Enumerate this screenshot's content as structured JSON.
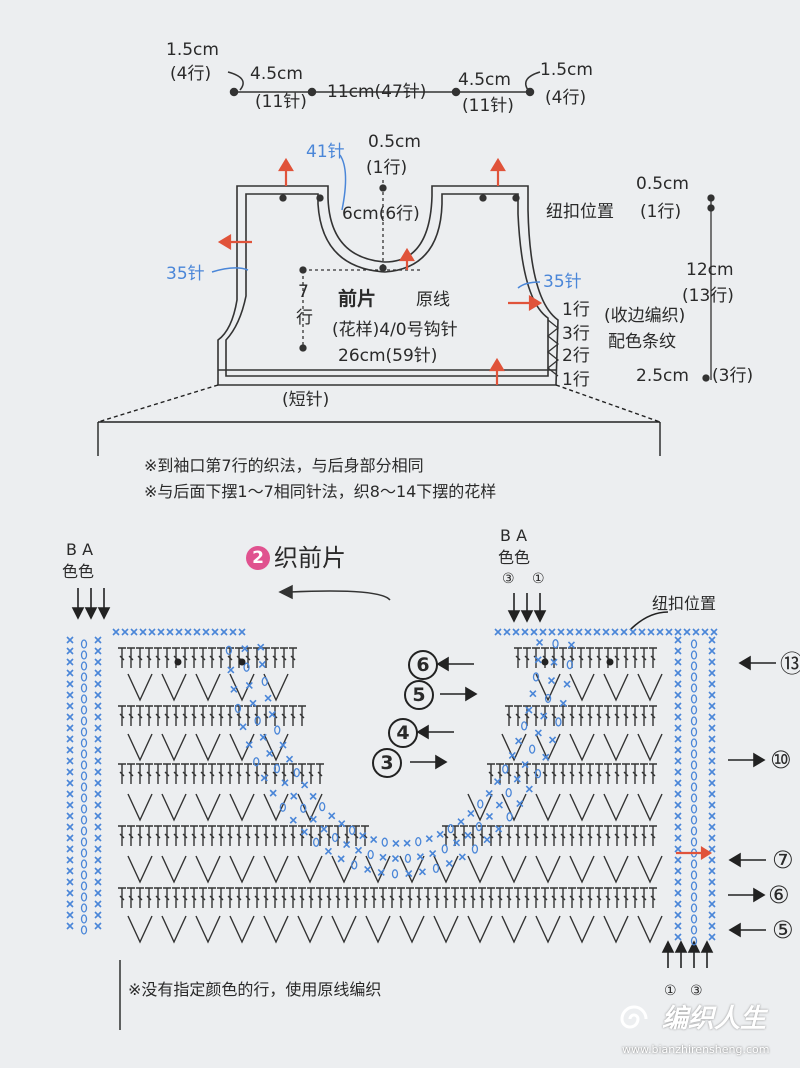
{
  "top_dims": {
    "left_1_5": "1.5cm",
    "left_4rows": "(4行)",
    "left_4_5": "4.5cm",
    "left_11st": "(11针)",
    "center": "11cm(47针)",
    "right_4_5": "4.5cm",
    "right_11st": "(11针)",
    "right_1_5": "1.5cm",
    "right_4rows": "(4行)"
  },
  "schematic": {
    "st41": "41针",
    "half_cm": "0.5cm",
    "one_row": "(1行)",
    "neck_depth": "6cm(6行)",
    "button_pos": "纽扣位置",
    "right_half_cm": "0.5cm",
    "right_one_row": "(1行)",
    "st35_left": "35针",
    "st35_right": "35针",
    "seven": "7",
    "row_char": "行",
    "title": "前片",
    "yarn": "原线",
    "pattern": "(花样)4/0号钩针",
    "width": "26cm(59针)",
    "short": "(短针)",
    "r1_top": "1行",
    "r3": "3行",
    "r2": "2行",
    "r1_bot": "1行",
    "edge": "(收边编织)",
    "stripe": "配色条纹",
    "h12": "12cm",
    "h13": "(13行)",
    "h25": "2.5cm",
    "h3": "(3行)"
  },
  "notes": {
    "note1": "※到袖口第7行的织法，与后身部分相同",
    "note2": "※与后面下摆1～7相同针法，织8～14下摆的花样",
    "note3": "※没有指定颜色的行，使用原线编织"
  },
  "chart": {
    "step_num": "2",
    "step_title": "织前片",
    "left_ba": "B A",
    "left_color": "色色",
    "mid_ba": "B A",
    "mid_color": "色色",
    "mid_c3": "③",
    "mid_c1": "①",
    "button_pos": "纽扣位置",
    "r6": "6",
    "r5": "5",
    "r4": "4",
    "r3": "3",
    "right_13": "⑬",
    "right_10": "⑩",
    "right_7": "⑦",
    "right_6": "⑥",
    "right_5": "⑤",
    "bottom_c1": "①",
    "bottom_c3": "③"
  },
  "watermark": {
    "logo": "编织人生",
    "url": "www.bianzhirensheng.com"
  },
  "colors": {
    "ink": "#2a2a2a",
    "blue": "#4a86d8",
    "red": "#e0533a",
    "pink": "#e0528f"
  }
}
